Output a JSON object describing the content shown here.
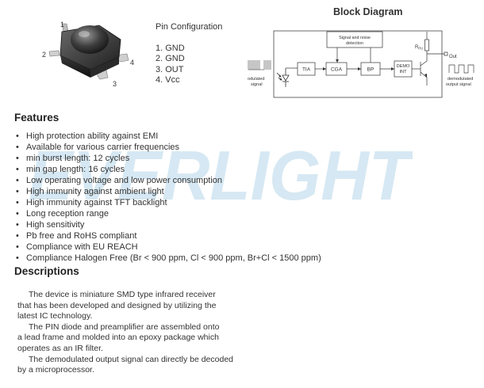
{
  "pin_configuration": {
    "title": "Pin Configuration",
    "pins": [
      "1. GND",
      "2. GND",
      "3. OUT",
      "4. Vcc"
    ],
    "package_pin_labels": [
      "1",
      "2",
      "3",
      "4"
    ]
  },
  "block_diagram": {
    "title": "Block Diagram",
    "blocks": {
      "tia": "TIA",
      "cga": "CGA",
      "bp": "BP",
      "demod_line1": "DEMO",
      "demod_line2": "INT",
      "snd_line1": "Signal and noise",
      "snd_line2": "detection"
    },
    "input_label_line1": "odulated",
    "input_label_line2": "signal",
    "rpu_label": "R",
    "rpu_sub": "PU",
    "out_label": "Out",
    "output_label_line1": "demodulated",
    "output_label_line2": "output signal"
  },
  "watermark": {
    "text": "EVERLIGHT",
    "color": "#d6e8f3"
  },
  "features": {
    "heading": "Features",
    "items": [
      "High protection ability against EMI",
      "Available for various carrier frequencies",
      "min burst length: 12 cycles",
      "min gap length: 16 cycles",
      "Low operating voltage and low power consumption",
      "High immunity against ambient light",
      "High immunity against TFT backlight",
      "Long reception range",
      "High sensitivity",
      "Pb free and RoHS compliant",
      "Compliance with EU REACH",
      "Compliance Halogen Free (Br < 900 ppm, Cl < 900 ppm, Br+Cl < 1500 ppm)"
    ]
  },
  "descriptions": {
    "heading": "Descriptions",
    "lines": [
      "The device is miniature SMD type infrared receiver",
      "that has been developed and designed by utilizing the",
      "latest IC technology.",
      "The PIN diode and preamplifier are assembled onto",
      "a lead frame and molded into an epoxy package which",
      "operates as an IR filter.",
      "The demodulated output signal can directly be decoded",
      "by a microprocessor."
    ]
  }
}
